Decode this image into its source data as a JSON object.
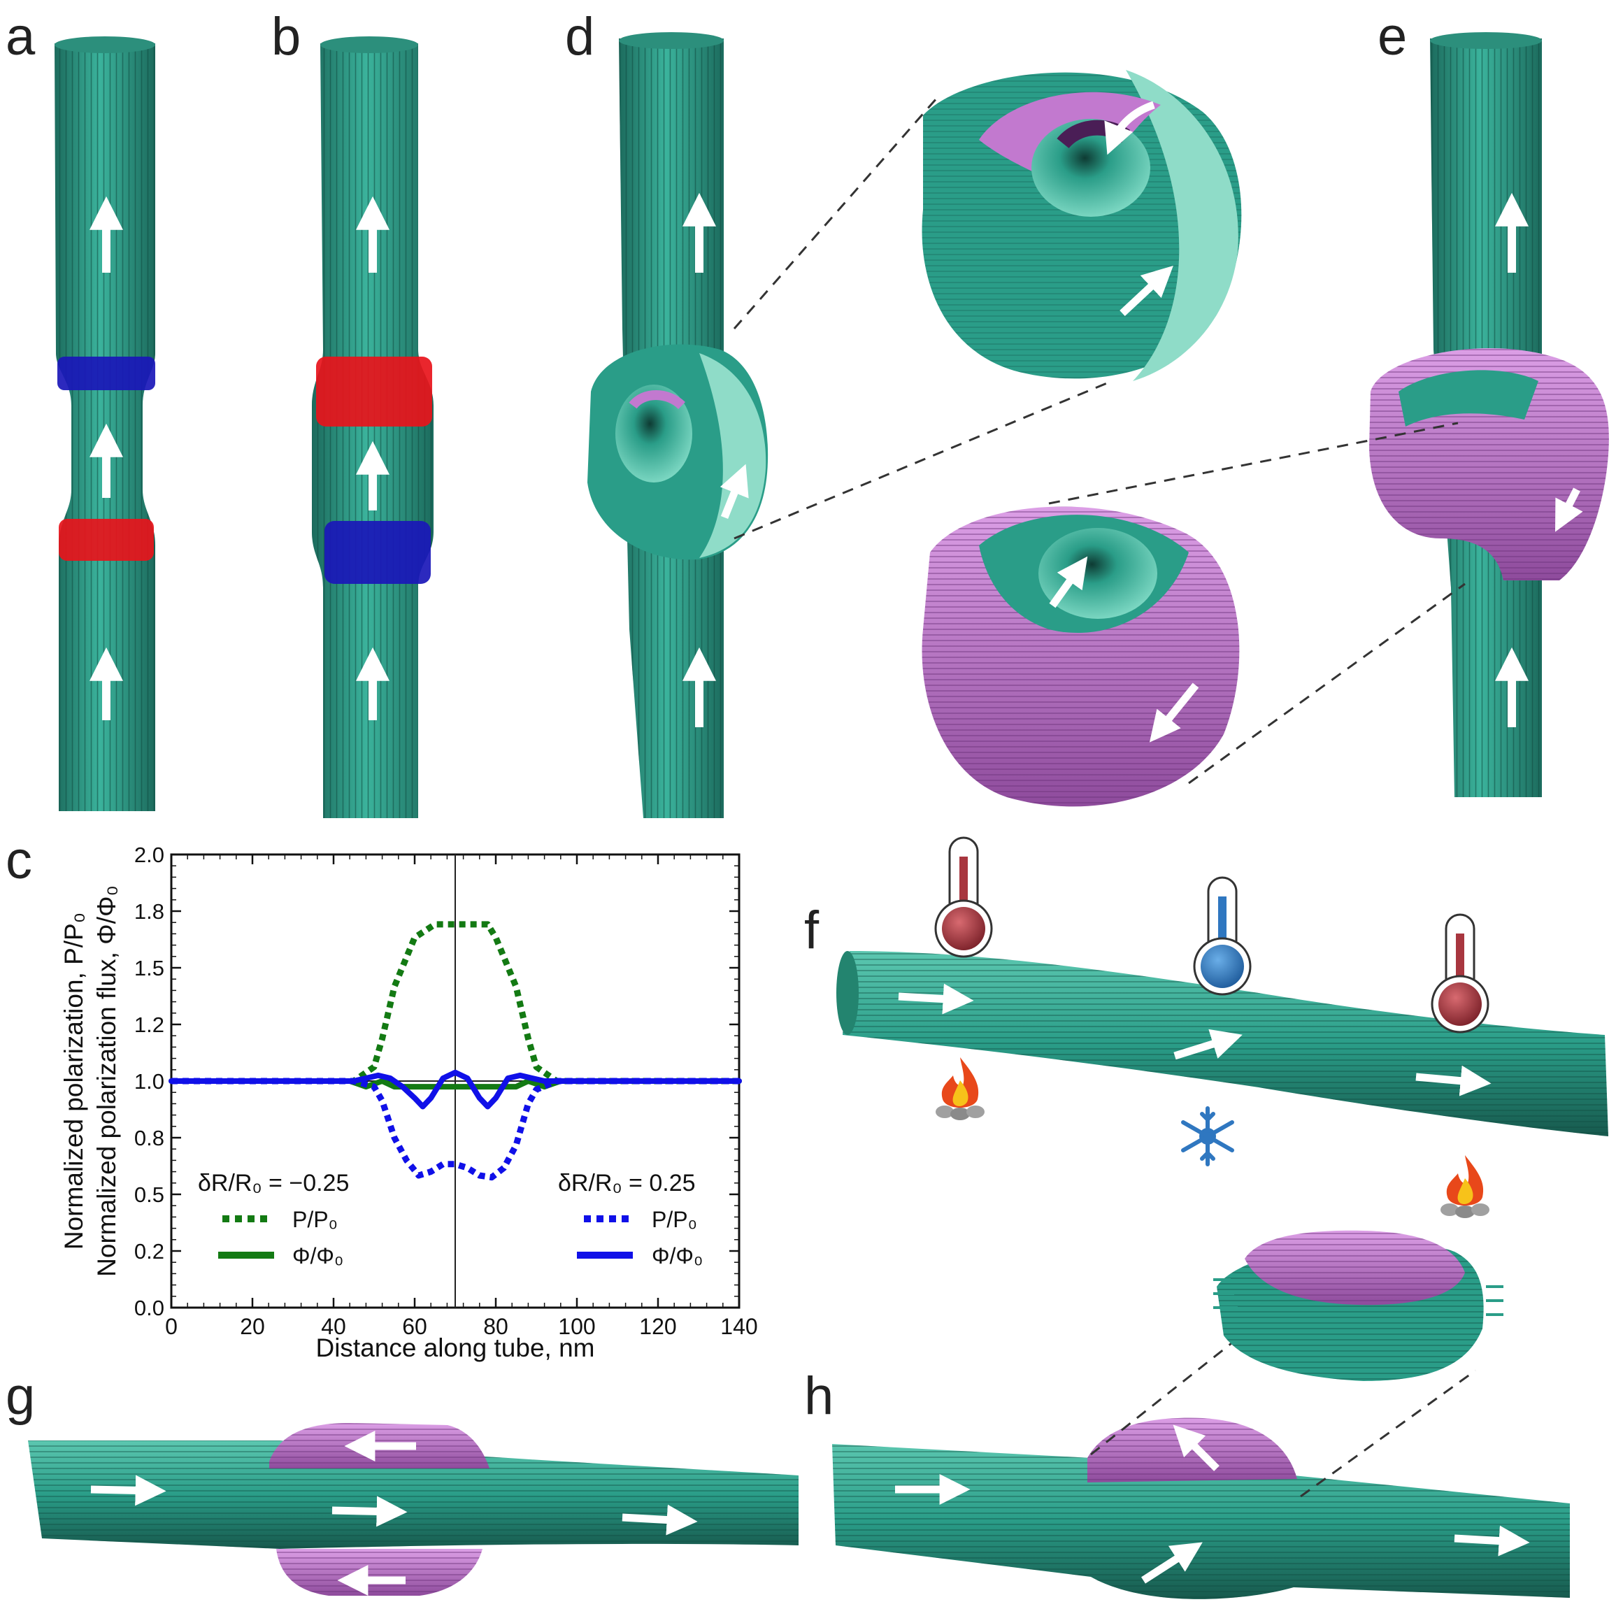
{
  "panel_labels": {
    "a": "a",
    "b": "b",
    "c": "c",
    "d": "d",
    "e": "e",
    "f": "f",
    "g": "g",
    "h": "h"
  },
  "colors": {
    "teal": "#2a9d88",
    "teal_light": "#6fd0ba",
    "teal_dark": "#1a6a5b",
    "purple": "#c279cf",
    "purple_dark": "#8e4b9c",
    "red": "#e8141b",
    "blue": "#1a17b8",
    "green": "#137a13",
    "blue_line": "#1010e8",
    "thermo_hot": "#a8363f",
    "thermo_cold": "#2f77c0",
    "arrow": "#ffffff"
  },
  "icons": [
    "up-arrow-icon",
    "right-arrow-icon",
    "left-arrow-icon",
    "curved-arrow-icon",
    "thermometer-hot-icon",
    "thermometer-cold-icon",
    "fire-icon",
    "snowflake-icon"
  ],
  "chart_data": {
    "type": "line",
    "xlabel": "Distance along tube, nm",
    "ylabel_line1": "Normalized polarization, P/P₀",
    "ylabel_line2": "Normalized polarization flux, Φ/Φ₀",
    "xlim": [
      0,
      140
    ],
    "ylim": [
      0.0,
      2.0
    ],
    "y_scale": "nonlinear (tick labels at 0.0, 0.2, 0.5, 0.8, 1.0, 1.2, 1.5, 1.8, 2.0)",
    "x_ticks": [
      "0",
      "20",
      "40",
      "60",
      "80",
      "100",
      "120",
      "140"
    ],
    "y_ticks": [
      "0.0",
      "0.2",
      "0.5",
      "0.8",
      "1.0",
      "1.2",
      "1.5",
      "1.8",
      "2.0"
    ],
    "vline_x": 70,
    "hline_y": 1.0,
    "legend_left": {
      "title": "δR/R₀ = −0.25",
      "entries": [
        "P/P₀",
        "Φ/Φ₀"
      ]
    },
    "legend_right": {
      "title": "δR/R₀ = 0.25",
      "entries": [
        "P/P₀",
        "Φ/Φ₀"
      ]
    },
    "series": [
      {
        "group": "δR/R₀ = −0.25",
        "name": "P/P₀",
        "style": "dotted",
        "color": "#137a13",
        "x": [
          0,
          40,
          45,
          50,
          52,
          55,
          60,
          65,
          70,
          75,
          78,
          80,
          85,
          88,
          90,
          95,
          100,
          140
        ],
        "y": [
          1.0,
          1.0,
          1.0,
          1.05,
          1.15,
          1.4,
          1.66,
          1.73,
          1.73,
          1.73,
          1.73,
          1.66,
          1.4,
          1.15,
          1.05,
          1.0,
          1.0,
          1.0
        ]
      },
      {
        "group": "δR/R₀ = −0.25",
        "name": "Φ/Φ₀",
        "style": "solid",
        "color": "#137a13",
        "x": [
          0,
          44,
          46,
          48,
          50,
          52,
          55,
          60,
          70,
          80,
          85,
          88,
          90,
          92,
          94,
          96,
          100,
          140
        ],
        "y": [
          1.0,
          1.0,
          0.99,
          0.98,
          0.99,
          1.0,
          0.98,
          0.98,
          0.98,
          0.98,
          0.98,
          1.0,
          0.99,
          0.98,
          0.99,
          1.0,
          1.0,
          1.0
        ]
      },
      {
        "group": "δR/R₀ = 0.25",
        "name": "P/P₀",
        "style": "dotted",
        "color": "#1010e8",
        "x": [
          0,
          40,
          45,
          50,
          52,
          55,
          58,
          61,
          64,
          67,
          70,
          73,
          76,
          79,
          82,
          85,
          88,
          90,
          95,
          100,
          140
        ],
        "y": [
          1.0,
          1.0,
          1.0,
          0.98,
          0.93,
          0.8,
          0.68,
          0.6,
          0.62,
          0.66,
          0.66,
          0.64,
          0.6,
          0.59,
          0.64,
          0.76,
          0.92,
          0.97,
          1.0,
          1.0,
          1.0
        ]
      },
      {
        "group": "δR/R₀ = 0.25",
        "name": "Φ/Φ₀",
        "style": "solid",
        "color": "#1010e8",
        "x": [
          0,
          45,
          48,
          51,
          54,
          57,
          60,
          62,
          64,
          67,
          70,
          73,
          76,
          78,
          80,
          83,
          86,
          89,
          92,
          96,
          140
        ],
        "y": [
          1.0,
          1.0,
          1.01,
          1.02,
          1.01,
          0.98,
          0.94,
          0.91,
          0.94,
          1.01,
          1.03,
          1.01,
          0.94,
          0.91,
          0.94,
          1.01,
          1.02,
          1.01,
          1.0,
          1.0,
          1.0
        ]
      }
    ]
  }
}
